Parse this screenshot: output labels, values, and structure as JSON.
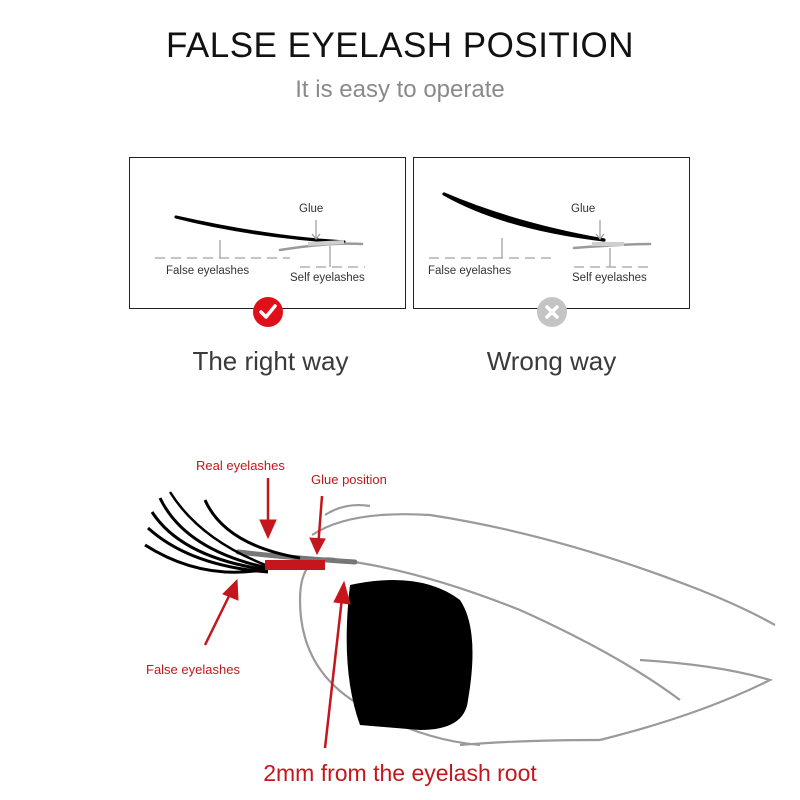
{
  "header": {
    "title": "FALSE EYELASH POSITION",
    "subtitle": "It is easy to operate"
  },
  "panels": [
    {
      "glue_label": "Glue",
      "false_label": "False eyelashes",
      "self_label": "Self eyelashes",
      "caption": "The right way",
      "status": "correct",
      "status_icon": "check-icon",
      "status_color": "#e0101b"
    },
    {
      "glue_label": "Glue",
      "false_label": "False eyelashes",
      "self_label": "Self eyelashes",
      "caption": "Wrong way",
      "status": "incorrect",
      "status_icon": "cross-icon",
      "status_color": "#c4c4c4"
    }
  ],
  "eye_diagram": {
    "real_label": "Real eyelashes",
    "glue_label": "Glue position",
    "false_label": "False eyelashes",
    "caption": "2mm from the eyelash root",
    "accent_color": "#c5161d"
  }
}
